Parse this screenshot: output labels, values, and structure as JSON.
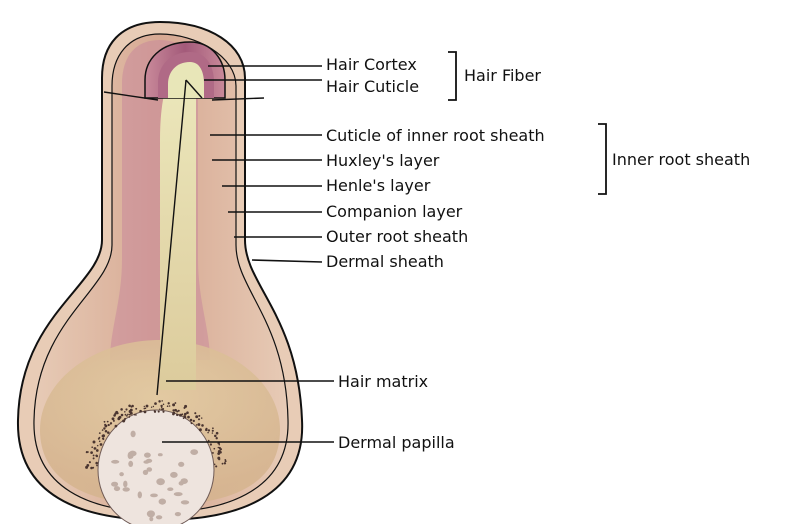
{
  "labels": {
    "hair_cortex": "Hair Cortex",
    "hair_cuticle": "Hair Cuticle",
    "hair_fiber": "Hair Fiber",
    "cuticle_irs": "Cuticle of inner root sheath",
    "huxley": "Huxley's layer",
    "henle": "Henle's layer",
    "inner_root_sheath": "Inner root sheath",
    "companion": "Companion layer",
    "outer_root_sheath": "Outer root sheath",
    "dermal_sheath": "Dermal sheath",
    "hair_matrix": "Hair matrix",
    "dermal_papilla": "Dermal papilla"
  },
  "colors": {
    "outer_sheath": "#e6c7b1",
    "inner_tissue": "#dcae98",
    "cortex_band": "#b8778d",
    "cortex_core": "#a8607e",
    "hair_shaft": "#e6dfb2",
    "matrix": "#dcc298",
    "papilla": "#ede3dd",
    "papilla_spots": "#c0aea5",
    "outline": "#111111"
  }
}
